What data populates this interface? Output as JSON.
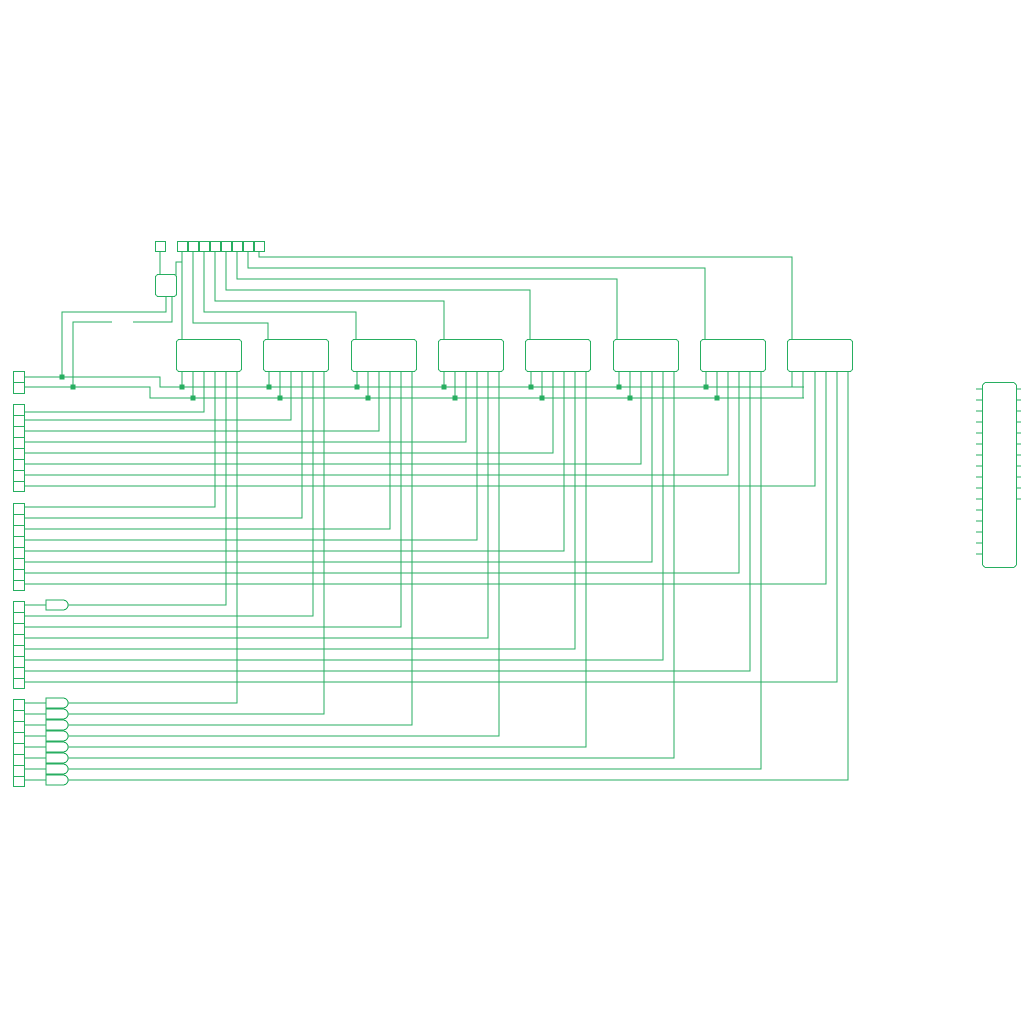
{
  "diagram": {
    "type": "logic-circuit schematic",
    "stroke_color": "#27ae60",
    "background": "#ffffff",
    "text_labels": [],
    "blocks": {
      "register_cells": 8,
      "control_inputs": 2,
      "data_input_groups": 4,
      "pins_per_group": 8,
      "top_selector_bits": 8,
      "output_chip_pins": 16
    }
  }
}
